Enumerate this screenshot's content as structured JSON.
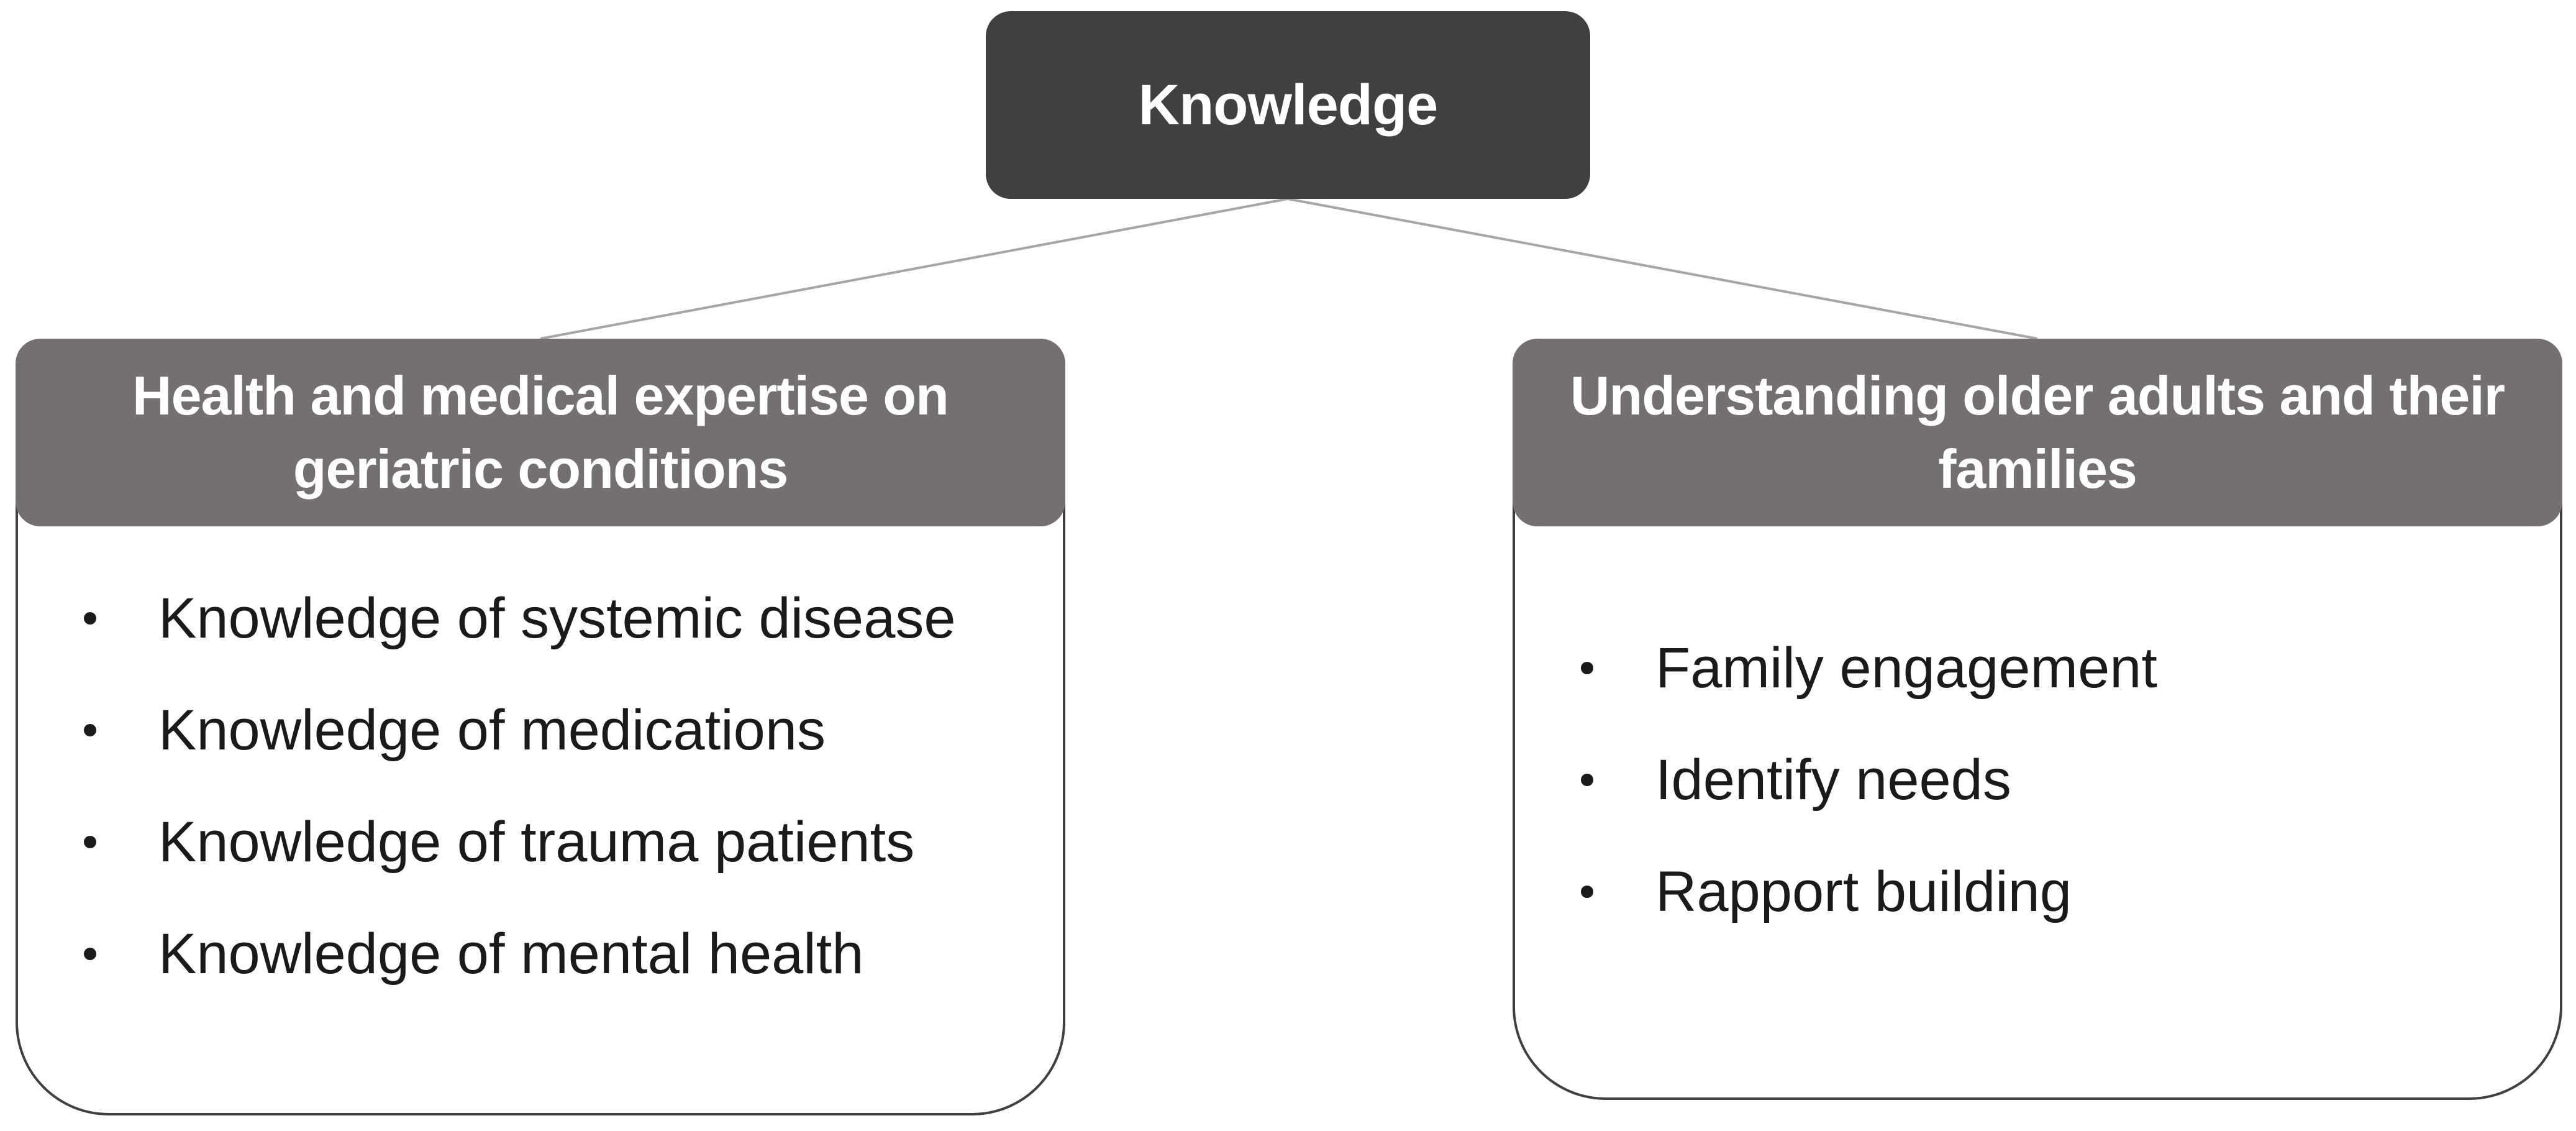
{
  "root": {
    "title": "Knowledge"
  },
  "branches": [
    {
      "title": "Health and medical expertise on geriatric conditions",
      "items": [
        "Knowledge of systemic disease",
        "Knowledge of medications",
        "Knowledge of trauma patients",
        "Knowledge of mental health"
      ]
    },
    {
      "title": "Understanding older adults and their families",
      "items": [
        "Family engagement",
        "Identify needs",
        "Rapport building"
      ]
    }
  ],
  "colors": {
    "root_fill": "#404040",
    "branch_header_fill": "#757070",
    "connector": "#a6a6a6",
    "text_light": "#ffffff",
    "text_dark": "#1a1a1a"
  }
}
